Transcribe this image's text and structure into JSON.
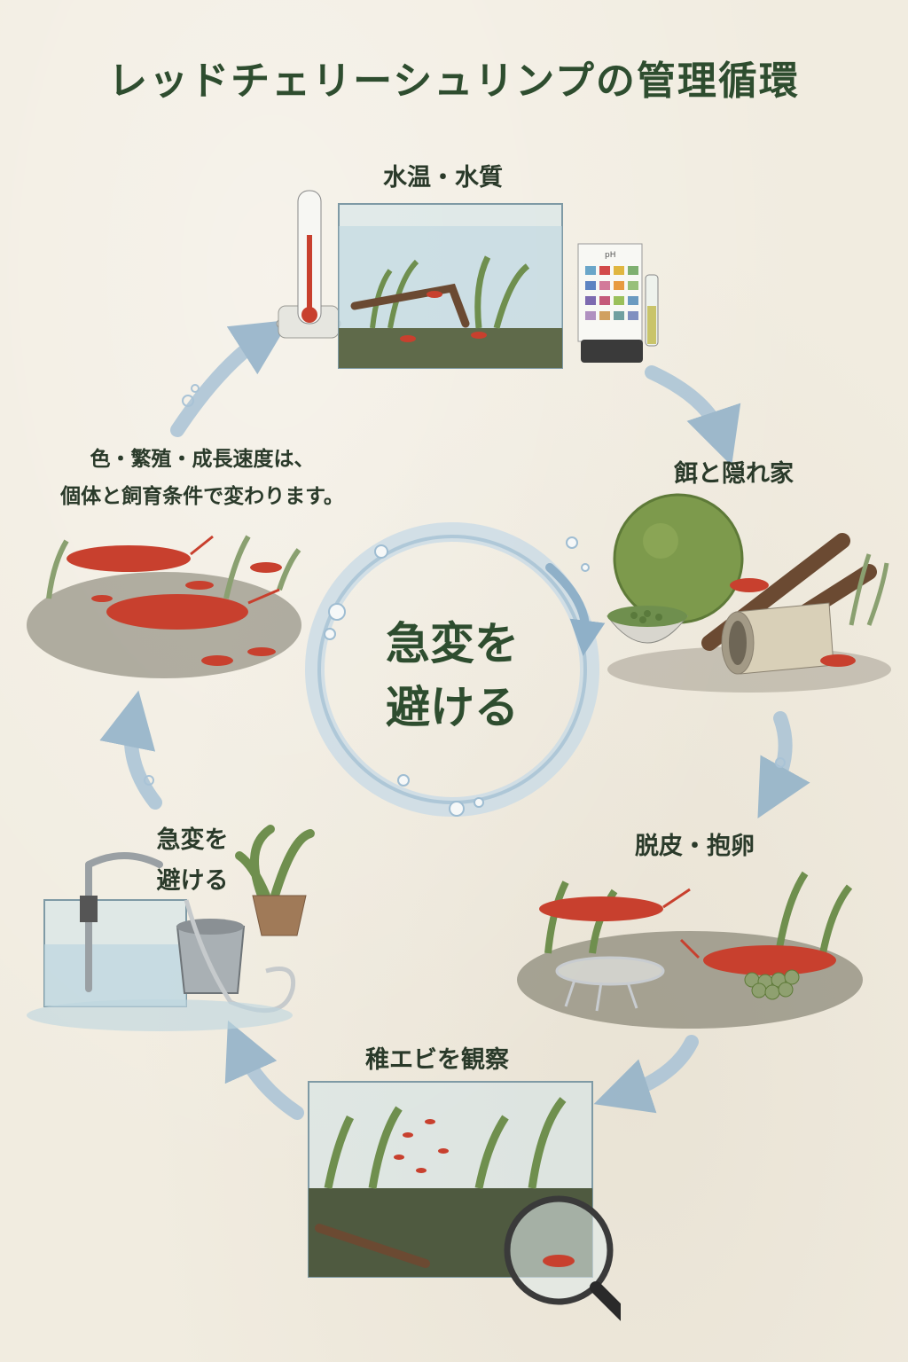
{
  "title": "レッドチェリーシュリンプの管理循環",
  "stages": {
    "water": "水温・水質",
    "food_shelter": "餌と隠れ家",
    "molt_eggs": "脱皮・抱卵",
    "juveniles": "稚エビを観察",
    "maintenance": {
      "line1": "急変を",
      "line2": "避ける"
    }
  },
  "note": {
    "line1": "色・繁殖・成長速度は、",
    "line2": "個体と飼育条件で変わります。"
  },
  "center": {
    "line1": "急変を",
    "line2": "避ける"
  },
  "test_card": {
    "label": "pH"
  },
  "colors": {
    "title": "#2e4d2f",
    "arrow": "#8fb0c8",
    "shrimp": "#c8402e",
    "plant": "#6f8f4e",
    "water": "#bcd6e0",
    "background": "#f1ece0"
  },
  "icons": [
    "thermometer-icon",
    "aquarium-icon",
    "ph-test-card-icon",
    "moss-ball-icon",
    "food-bowl-icon",
    "driftwood-icon",
    "shelter-tube-icon",
    "shrimp-icon",
    "molted-shell-icon",
    "egg-cluster-icon",
    "magnifier-icon",
    "bucket-icon",
    "hose-icon",
    "potted-plant-icon",
    "cycle-arrow-icon",
    "bubble-icon"
  ]
}
